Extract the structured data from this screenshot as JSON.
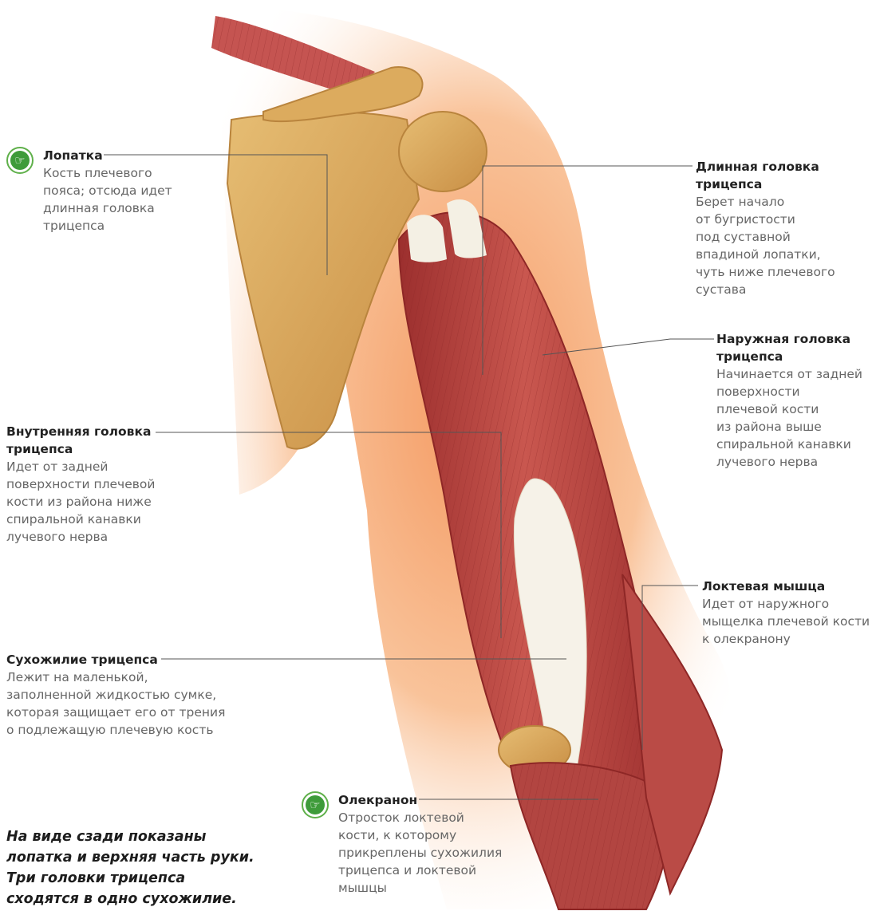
{
  "labels": {
    "scapula": {
      "title": "Лопатка",
      "desc": "Кость плечевого\nпояса; отсюда идет\nдлинная головка\nтрицепса"
    },
    "long_head": {
      "title": "Длинная головка\nтрицепса",
      "desc": "Берет начало\nот бугристости\nпод суставной\nвпадиной лопатки,\nчуть ниже плечевого\nсустава"
    },
    "lateral_head": {
      "title": "Наружная головка\nтрицепса",
      "desc": "Начинается от задней\nповерхности\nплечевой кости\nиз района выше\nспиральной канавки\nлучевого нерва"
    },
    "medial_head": {
      "title": "Внутренняя головка\nтрицепса",
      "desc": "Идет от задней\nповерхности плечевой\nкости из района ниже\nспиральной канавки\nлучевого нерва"
    },
    "anconeus": {
      "title": "Локтевая мышца",
      "desc": "Идет от наружного\nмыщелка плечевой кости\nк олекранону"
    },
    "tendon": {
      "title": "Сухожилие трицепса",
      "desc": "Лежит на маленькой,\nзаполненной жидкостью сумке,\nкоторая защищает его от трения\nо подлежащую плечевую кость"
    },
    "olecranon": {
      "title": "Олекранон",
      "desc": "Отросток локтевой\nкости, к которому\nприкреплены сухожилия\nтрицепса и локтевой\nмышцы"
    }
  },
  "caption": "На виде сзади показаны\nлопатка и верхняя часть руки.\nТри головки трицепса\nсходятся в одно сухожилие.",
  "icons": {
    "scapula": "pointing-hand-icon",
    "olecranon": "pointing-hand-icon"
  },
  "colors": {
    "bone": "#d9a85a",
    "muscle": "#b8413f",
    "tendon": "#f4f0e4",
    "skin_glow": "#f7a56e",
    "icon_green": "#3e9b3a"
  }
}
